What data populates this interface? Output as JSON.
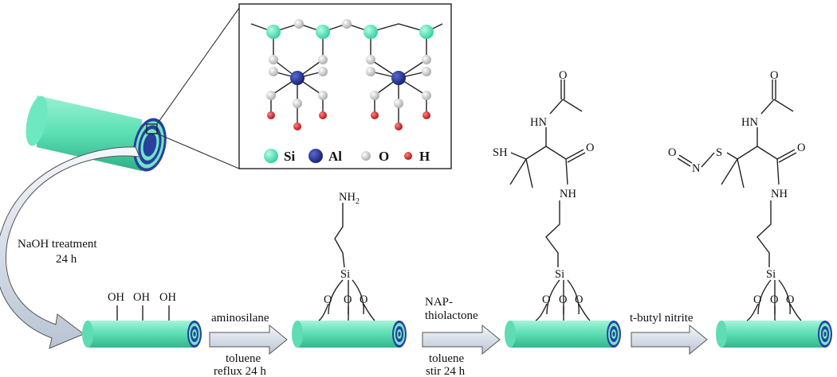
{
  "legend": {
    "si": "Si",
    "al": "Al",
    "o": "O",
    "h": "H"
  },
  "colors": {
    "si": "#48e0b4",
    "al": "#1f2a8a",
    "o": "#d6d6d6",
    "h": "#d81f1f",
    "tube": "#6fe8c2",
    "tube_ring": "#2a3fa0",
    "arrow_fill": "#dfe6ef"
  },
  "step1": {
    "line1": "NaOH treatment",
    "line2": "24 h"
  },
  "step2": {
    "top": "aminosilane",
    "bottom1": "toluene",
    "bottom2": "reflux 24 h"
  },
  "step3": {
    "top1": "NAP-",
    "top2": "thiolactone",
    "bottom1": "toluene",
    "bottom2": "stir 24 h"
  },
  "step4": {
    "top": "t-butyl nitrite"
  },
  "labels": {
    "oh": "OH",
    "nh2_base": "NH",
    "nh2_sub": "2",
    "si": "Si",
    "o": "O",
    "hn": "HN",
    "nh": "NH",
    "sh": "SH",
    "s": "S",
    "n": "N"
  }
}
